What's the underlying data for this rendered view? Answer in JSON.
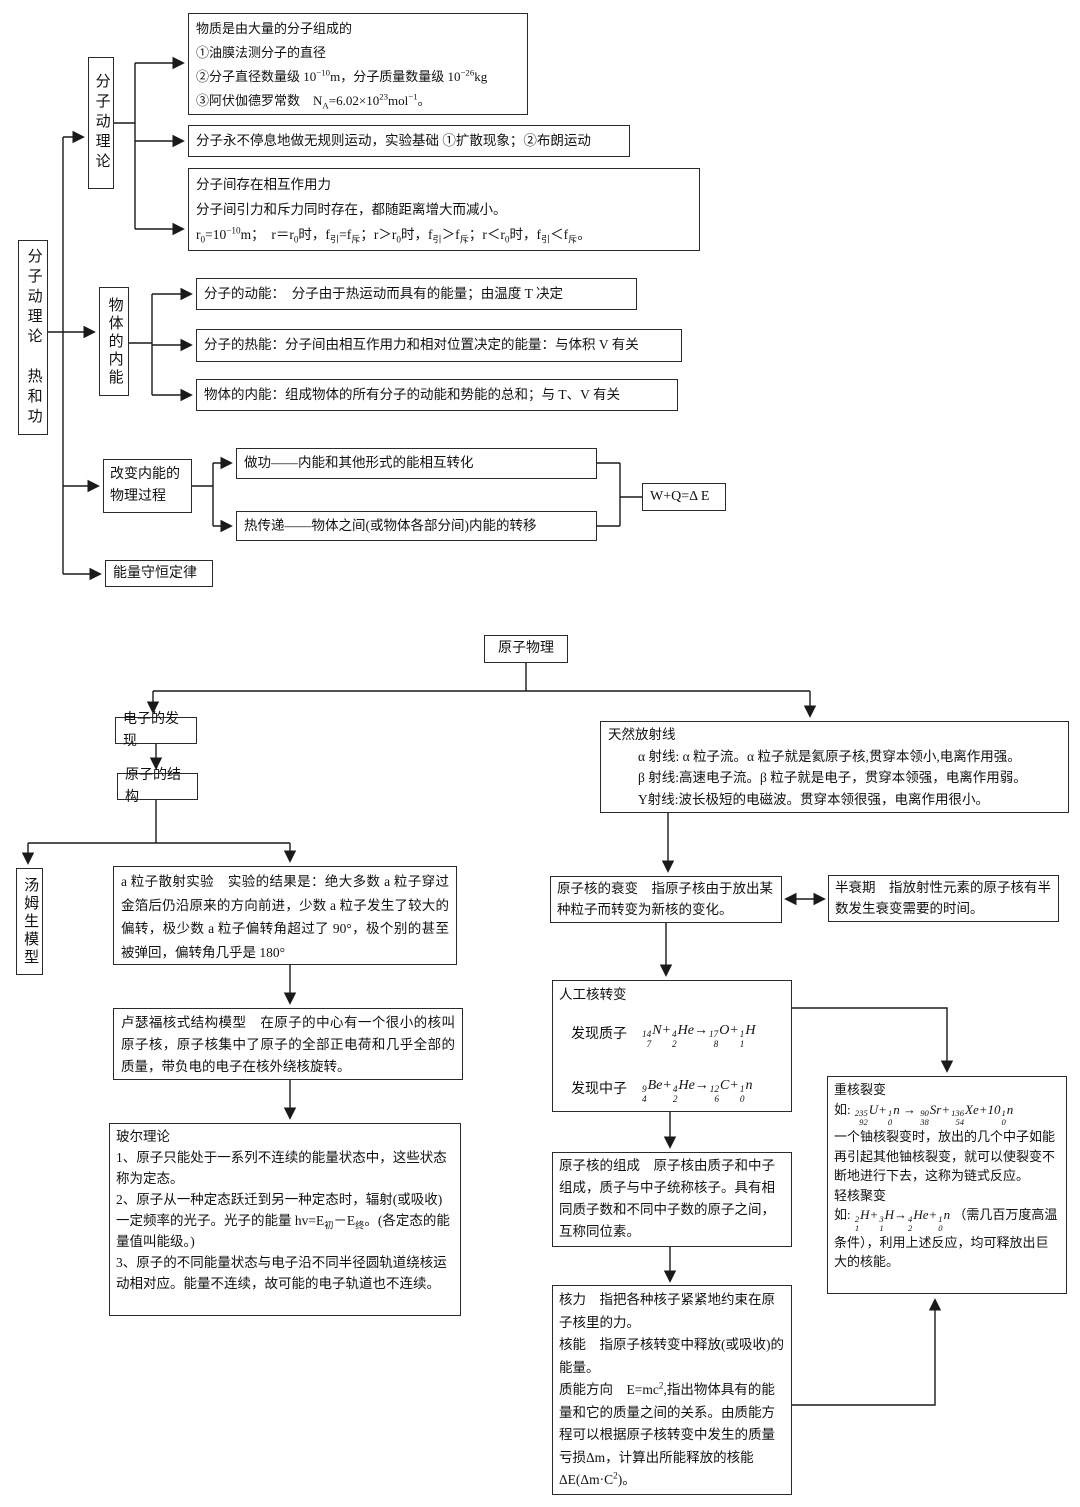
{
  "palette": {
    "line": "#1a1a1a",
    "border": "#2a2a2a",
    "background": "#ffffff",
    "text": "#111111"
  },
  "diagram": {
    "top": {
      "root": {
        "label": "分子动理论　热和功"
      },
      "mol_theory": {
        "label": "分子动理论"
      },
      "matter": {
        "lines": [
          "物质是由大量的分子组成的",
          "①油膜法测分子的直径",
          "②分子直径数量级 10^{−10}m，分子质量数量级 10^{−26}kg",
          "③阿伏伽德罗常数　N_{A}=6.02×10^{23}mol^{−1}。"
        ]
      },
      "motion": {
        "text": "分子永不停息地做无规则运动，实验基础 ①扩散现象；②布朗运动"
      },
      "force": {
        "lines": [
          "分子间存在相互作用力",
          "分子间引力和斥力同时存在，都随距离增大而减小。",
          "r_{0}=10^{−10}m；　r＝r_{0}时，f_{引}=f_{斥}；r＞r_{0}时，f_{引}＞f_{斥}；r＜r_{0}时，f_{引}＜f_{斥}。"
        ]
      },
      "internal_energy": {
        "label": "物体的内能"
      },
      "kinetic": {
        "text": "分子的动能：　分子由于热运动而具有的能量；由温度 T 决定"
      },
      "potential": {
        "text": "分子的热能：分子间由相互作用力和相对位置决定的能量：与体积 V 有关"
      },
      "internal": {
        "text": "物体的内能：组成物体的所有分子的动能和势能的总和；与 T、V 有关"
      },
      "change": {
        "text": "改变内能的物理过程"
      },
      "work": {
        "text": "做功——内能和其他形式的能相互转化"
      },
      "heat": {
        "text": "热传递——物体之间(或物体各部分间)内能的转移"
      },
      "wq": {
        "text": "W+Q=Δ E"
      },
      "conservation": {
        "text": "能量守恒定律"
      }
    },
    "bottom": {
      "atomic": {
        "text": "原子物理"
      },
      "electron_discovery": {
        "text": "电子的发现"
      },
      "atom_structure": {
        "text": "原子的结构"
      },
      "thomson": {
        "label": "汤姆生模型"
      },
      "alpha_scatter": {
        "text": "a 粒子散射实验　实验的结果是：绝大多数 a 粒子穿过金箔后仍沿原来的方向前进，少数 a 粒子发生了较大的偏转，极少数 a 粒子偏转角超过了 90°，极个别的甚至被弹回，偏转角几乎是 180°"
      },
      "rutherford": {
        "text": "卢瑟福核式结构模型　在原子的中心有一个很小的核叫原子核，原子核集中了原子的全部正电荷和几乎全部的质量，带负电的电子在核外绕核旋转。"
      },
      "bohr": {
        "lines": [
          "玻尔理论",
          "1、原子只能处于一系列不连续的能量状态中，这些状态称为定态。",
          "2、原子从一种定态跃迁到另一种定态时，辐射(或吸收)一定频率的光子。光子的能量 hv=E_{初}－E_{终}。(各定态的能量值叫能级。)",
          "3、原子的不同能量状态与电子沿不同半径圆轨道绕核运动相对应。能量不连续，故可能的电子轨道也不连续。"
        ]
      },
      "natural": {
        "lines": [
          "天然放射线",
          "α 射线:  α 粒子流。α 粒子就是氦原子核,贯穿本领小,电离作用强。",
          "β 射线:高速电子流。β 粒子就是电子，贯穿本领强，电离作用弱。",
          "Υ射线:波长极短的电磁波。贯穿本领很强，电离作用很小。"
        ]
      },
      "decay": {
        "text": "原子核的衰变　指原子核由于放出某种粒子而转变为新核的变化。"
      },
      "halflife": {
        "text": "半衰期　指放射性元素的原子核有半数发生衰变需要的时间。"
      },
      "artificial": {
        "title": "人工核转变",
        "rows": [
          {
            "label": "发现质子",
            "formula": "«{14|7}N+{4|2}He→{17|8}O+{1|1}H»"
          },
          {
            "label": "发现中子",
            "formula": "«{9|4}Be+{4|2}He→{12|6}C+{1|0}n»"
          }
        ]
      },
      "composition": {
        "text": "原子核的组成　原子核由质子和中子组成，质子与中子统称核子。具有相同质子数和不同中子数的原子之间，互称同位素。"
      },
      "nuclear_force": {
        "lines": [
          "核力　指把各种核子紧紧地约束在原子核里的力。",
          "核能　指原子核转变中释放(或吸收)的能量。",
          "质能方向　E=mc^{2},指出物体具有的能量和它的质量之间的关系。由质能方程可以根据原子核转变中发生的质量亏损Δm，计算出所能释放的核能ΔE(Δm·C^{2})。"
        ]
      },
      "fission": {
        "lines": [
          "重核裂变",
          "如: «{235|92}U+{1|0}n → {90|38}Sr+{136|54}Xe+10{1|0}n»",
          "一个铀核裂变时，放出的几个中子如能再引起其他铀核裂变，就可以使裂变不断地进行下去，这称为链式反应。",
          "轻核聚变",
          "如: «{2|1}H+{3|1}H→{4|2}He+{1|0}n» （需几百万度高温条件），利用上述反应，均可释放出巨大的核能。"
        ]
      }
    }
  }
}
